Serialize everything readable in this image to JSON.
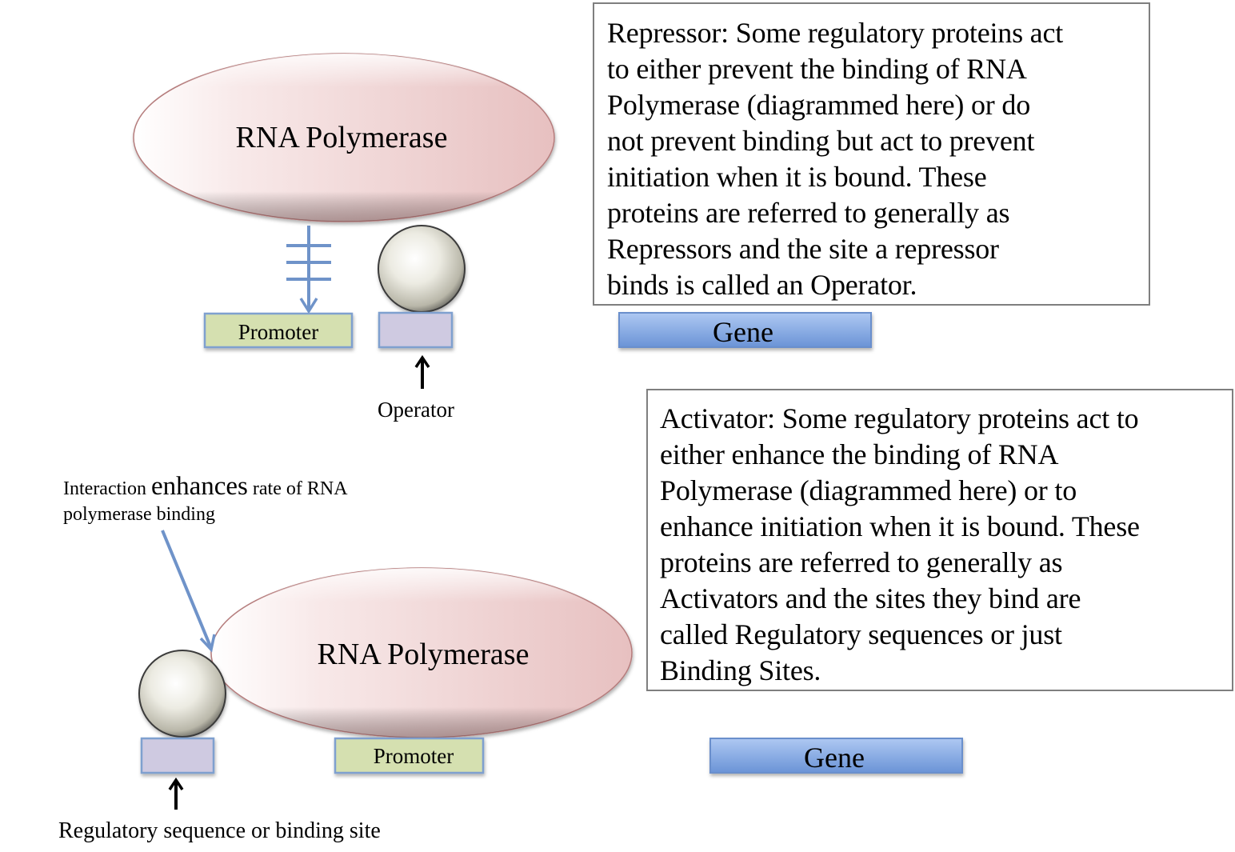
{
  "colors": {
    "dna_line": "#6f93c9",
    "promoter_fill": "#d5e0b0",
    "promoter_stroke": "#7fa0cf",
    "operator_fill": "#cfcae1",
    "gene_fill_top": "#a9c3ef",
    "gene_fill_bottom": "#6a93d6",
    "polymerase_fill": "#ecc7c7",
    "polymerase_stroke": "#b57b7b",
    "box_border": "#7f7f7f",
    "arrow_blue": "#6f93c9"
  },
  "repressor_panel": {
    "polymerase_label": "RNA Polymerase",
    "promoter_label": "Promoter",
    "gene_label": "Gene",
    "operator_label": "Operator",
    "description": "Repressor: Some regulatory proteins act\nto either prevent the binding of RNA\nPolymerase (diagrammed here) or do\nnot prevent binding but act to prevent\ninitiation when it is bound. These\nproteins are referred to generally as\nRepressors and the site a repressor\nbinds is called an Operator."
  },
  "activator_panel": {
    "polymerase_label": "RNA Polymerase",
    "promoter_label": "Promoter",
    "gene_label": "Gene",
    "binding_site_label": "Regulatory sequence or binding site",
    "interaction_label_pre": "Interaction ",
    "interaction_label_emph": "enhances",
    "interaction_label_post": " rate of RNA polymerase binding",
    "description": "Activator: Some regulatory proteins act to\neither enhance the binding of RNA\nPolymerase (diagrammed here) or to\nenhance initiation when it is bound. These\nproteins are referred to generally as\nActivators and the sites they bind are\ncalled Regulatory sequences or just\nBinding Sites."
  }
}
